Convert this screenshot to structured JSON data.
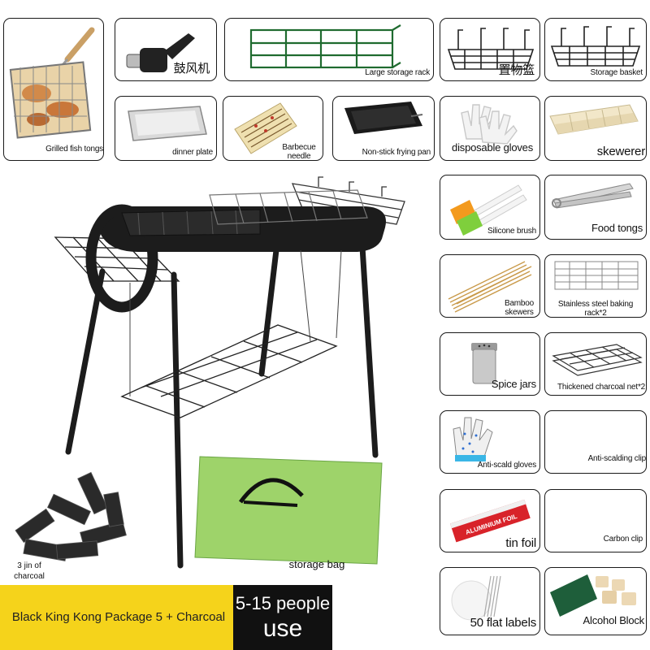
{
  "accessories": [
    {
      "id": "grilled_fish_tongs",
      "label": "Grilled fish tongs",
      "icon": "grill-basket-icon"
    },
    {
      "id": "blower",
      "label": "鼓风机",
      "icon": "blower-icon"
    },
    {
      "id": "large_storage_rack",
      "label": "Large storage rack",
      "icon": "storage-rack-icon"
    },
    {
      "id": "storage_basket_cn",
      "label": "置物篮",
      "icon": "storage-basket-icon"
    },
    {
      "id": "storage_basket",
      "label": "Storage basket",
      "icon": "storage-basket-icon"
    },
    {
      "id": "dinner_plate",
      "label": "dinner plate",
      "icon": "dinner-plate-icon"
    },
    {
      "id": "barbecue_needle",
      "label": "Barbecue needle",
      "icon": "barbecue-needle-icon"
    },
    {
      "id": "nonstick_pan",
      "label": "Non-stick frying pan",
      "icon": "frying-pan-icon"
    },
    {
      "id": "disposable_gloves",
      "label": "disposable gloves",
      "icon": "gloves-icon"
    },
    {
      "id": "skewerer",
      "label": "skewerer",
      "icon": "skewerer-icon"
    },
    {
      "id": "silicone_brush",
      "label": "Silicone brush",
      "icon": "silicone-brush-icon"
    },
    {
      "id": "food_tongs",
      "label": "Food tongs",
      "icon": "food-tongs-icon"
    },
    {
      "id": "bamboo_skewers",
      "label": "Bamboo skewers",
      "icon": "bamboo-skewers-icon"
    },
    {
      "id": "baking_rack",
      "label": "Stainless steel baking rack*2",
      "icon": "baking-rack-icon"
    },
    {
      "id": "spice_jars",
      "label": "Spice jars",
      "icon": "spice-jar-icon"
    },
    {
      "id": "charcoal_net",
      "label": "Thickened charcoal net*2",
      "icon": "charcoal-net-icon"
    },
    {
      "id": "anti_scald_gloves",
      "label": "Anti-scald gloves",
      "icon": "anti-scald-gloves-icon"
    },
    {
      "id": "anti_scalding_clip",
      "label": "Anti-scalding clip",
      "icon": "clip-icon"
    },
    {
      "id": "tin_foil",
      "label": "tin foil",
      "icon": "tin-foil-icon",
      "package_text": "ALUMINIUM FOIL"
    },
    {
      "id": "carbon_clip",
      "label": "Carbon clip",
      "icon": "clip-icon"
    },
    {
      "id": "flat_labels",
      "label": "50 flat labels",
      "icon": "flat-labels-icon"
    },
    {
      "id": "alcohol_block",
      "label": "Alcohol Block",
      "icon": "alcohol-block-icon"
    }
  ],
  "main": {
    "charcoal_label": "3 jin of charcoal",
    "storage_bag_label": "storage bag"
  },
  "banner": {
    "package_name": "Black King Kong Package 5 + Charcoal",
    "people_line1": "5-15 people",
    "people_line2": "use"
  },
  "colors": {
    "banner_yellow": "#f5d31b",
    "people_bg": "#111111",
    "bag_green": "#9ed36a",
    "grill_black": "#1c1c1c"
  }
}
